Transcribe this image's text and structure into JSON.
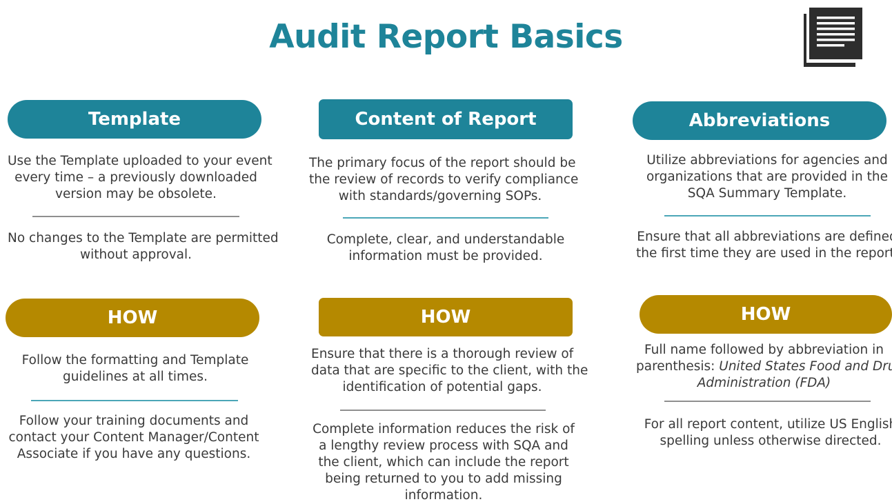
{
  "title": "Audit Report Basics",
  "icon": "document-stack-icon",
  "colors": {
    "teal": "#1e8499",
    "gold": "#b58900"
  },
  "columns": [
    {
      "header": "Template",
      "text1": [
        "Use the Template uploaded to your event",
        "every time – a previously downloaded",
        "version may be obsolete."
      ],
      "text2": [
        "No changes to the Template are permitted",
        "without approval."
      ],
      "how": "HOW",
      "how1": [
        "Follow the formatting and Template",
        "guidelines at all times."
      ],
      "how2": [
        "Follow your training documents and",
        "contact your Content Manager/Content",
        "Associate if you have any questions."
      ]
    },
    {
      "header": "Content of Report",
      "text1": [
        "The primary focus of the report should be",
        "the review of records to verify compliance",
        "with standards/governing SOPs."
      ],
      "text2": [
        "Complete, clear, and understandable",
        "information must be provided."
      ],
      "how": "HOW",
      "how1": [
        "Ensure that there is a thorough review of",
        "data that are specific to the client, with the",
        "identification of potential gaps."
      ],
      "how2": [
        "Complete information reduces the risk of",
        "a lengthy review process with SQA and",
        "the client, which can include the report",
        "being returned to you to add missing",
        "information."
      ]
    },
    {
      "header": "Abbreviations",
      "text1": [
        "Utilize abbreviations for agencies and",
        "organizations that are provided in the",
        "SQA Summary Template."
      ],
      "text2": [
        "Ensure that all abbreviations are defined",
        "the first time they are used in the report."
      ],
      "how": "HOW",
      "how1_line1": "Full name followed by abbreviation in",
      "how1_prefix": "parenthesis: ",
      "how1_italic1": "United States Food and Drug",
      "how1_italic2": "Administration (FDA)",
      "how2": [
        "For all report content, utilize US English",
        "spelling unless otherwise directed."
      ]
    }
  ]
}
